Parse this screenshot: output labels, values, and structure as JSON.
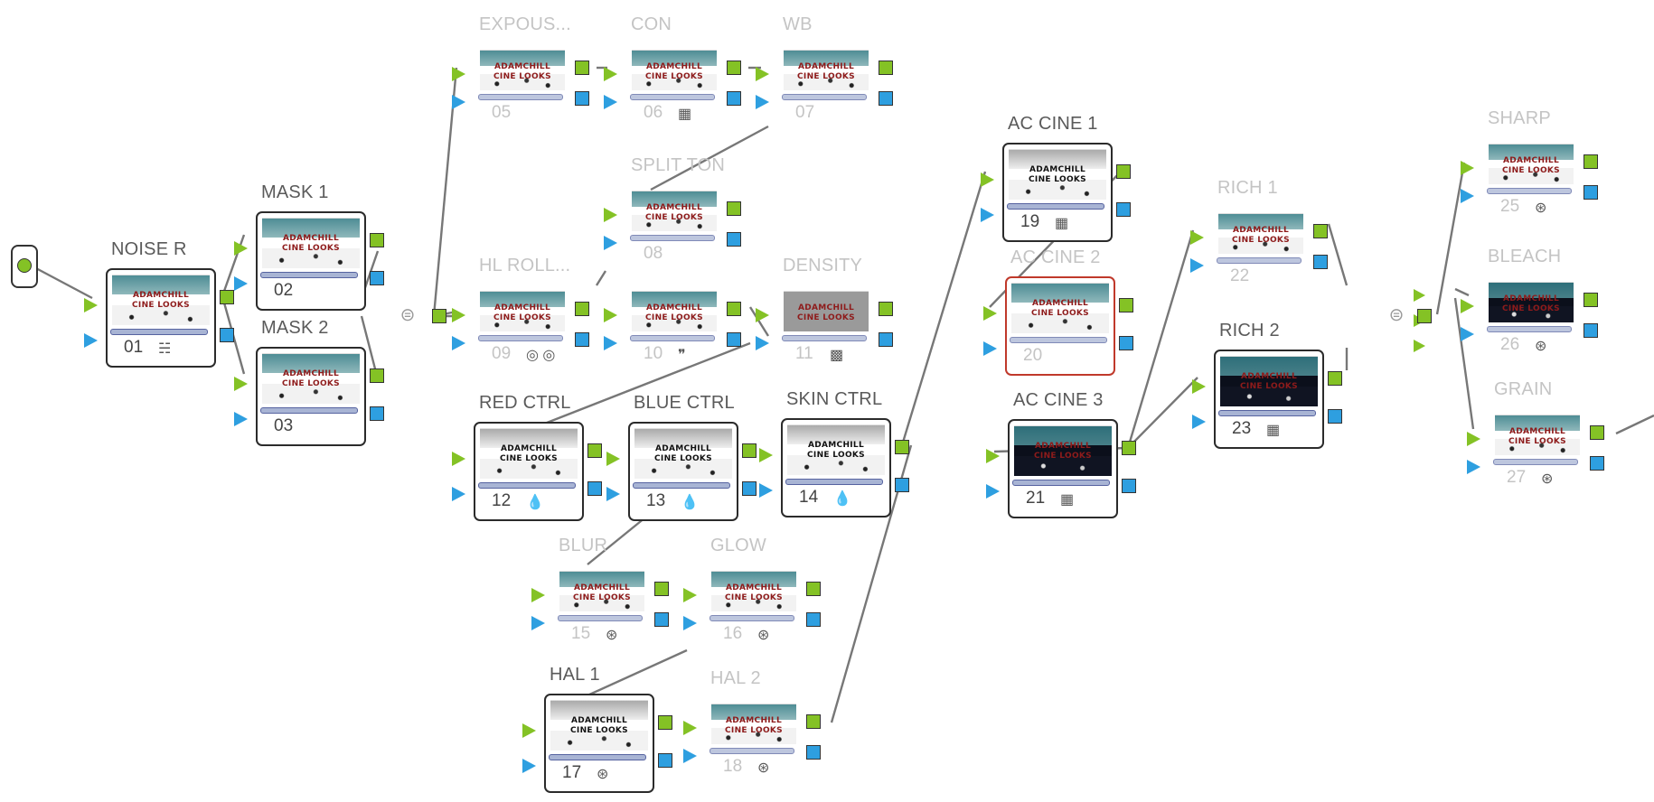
{
  "app": {
    "view": "color-node-graph"
  },
  "colors": {
    "rgb_port": "#84c225",
    "alpha_port": "#2e9fe0",
    "wire": "#777777",
    "selected_border": "#c0392b"
  },
  "logo": {
    "line1": "ADAMCHILL",
    "line2": "CINE LOOKS"
  },
  "nodes": [
    {
      "id": "n01",
      "title": "NOISE R",
      "num": "01",
      "icon": "noise-reduction-icon",
      "glyph": "☵",
      "bordered": true,
      "faded": false,
      "look": "normal"
    },
    {
      "id": "n02",
      "title": "MASK 1",
      "num": "02",
      "icon": "",
      "glyph": "",
      "bordered": true,
      "faded": false,
      "look": "normal"
    },
    {
      "id": "n03",
      "title": "MASK 2",
      "num": "03",
      "icon": "",
      "glyph": "",
      "bordered": true,
      "faded": false,
      "look": "normal"
    },
    {
      "id": "n05",
      "title": "EXPOUS...",
      "num": "05",
      "icon": "",
      "glyph": "",
      "bordered": false,
      "faded": true,
      "look": "normal"
    },
    {
      "id": "n06",
      "title": "CON",
      "num": "06",
      "icon": "curves-icon",
      "glyph": "▦",
      "bordered": false,
      "faded": true,
      "look": "normal"
    },
    {
      "id": "n07",
      "title": "WB",
      "num": "07",
      "icon": "",
      "glyph": "",
      "bordered": false,
      "faded": true,
      "look": "normal"
    },
    {
      "id": "n08",
      "title": "SPLIT TON",
      "num": "08",
      "icon": "",
      "glyph": "",
      "bordered": false,
      "faded": true,
      "look": "normal"
    },
    {
      "id": "n09",
      "title": "HL ROLL...",
      "num": "09",
      "icon": "color-warper-icon",
      "glyph": "◎ ◎",
      "bordered": false,
      "faded": true,
      "look": "normal"
    },
    {
      "id": "n10",
      "title": "",
      "num": "10",
      "icon": "quote-icon",
      "glyph": "❞",
      "bordered": false,
      "faded": true,
      "look": "normal"
    },
    {
      "id": "n11",
      "title": "DENSITY",
      "num": "11",
      "icon": "grain-icon",
      "glyph": "▩",
      "bordered": false,
      "faded": true,
      "look": "grey"
    },
    {
      "id": "n12",
      "title": "RED CTRL",
      "num": "12",
      "icon": "drop-icon",
      "glyph": "💧",
      "bordered": true,
      "faded": false,
      "look": "bw"
    },
    {
      "id": "n13",
      "title": "BLUE CTRL",
      "num": "13",
      "icon": "drop-icon",
      "glyph": "💧",
      "bordered": true,
      "faded": false,
      "look": "bw"
    },
    {
      "id": "n14",
      "title": "SKIN CTRL",
      "num": "14",
      "icon": "drop-icon",
      "glyph": "💧",
      "bordered": true,
      "faded": false,
      "look": "bw"
    },
    {
      "id": "n15",
      "title": "BLUR",
      "num": "15",
      "icon": "fx-icon",
      "glyph": "⊛",
      "bordered": false,
      "faded": true,
      "look": "normal"
    },
    {
      "id": "n16",
      "title": "GLOW",
      "num": "16",
      "icon": "fx-icon",
      "glyph": "⊛",
      "bordered": false,
      "faded": true,
      "look": "normal"
    },
    {
      "id": "n17",
      "title": "HAL 1",
      "num": "17",
      "icon": "fx-icon",
      "glyph": "⊛",
      "bordered": true,
      "faded": false,
      "look": "bw"
    },
    {
      "id": "n18",
      "title": "HAL 2",
      "num": "18",
      "icon": "fx-icon",
      "glyph": "⊛",
      "bordered": false,
      "faded": true,
      "look": "normal"
    },
    {
      "id": "n19",
      "title": "AC CINE 1",
      "num": "19",
      "icon": "lut-icon",
      "glyph": "▦",
      "bordered": true,
      "faded": false,
      "look": "bw"
    },
    {
      "id": "n20",
      "title": "AC CINE 2",
      "num": "20",
      "icon": "",
      "glyph": "",
      "bordered": true,
      "faded": true,
      "look": "normal",
      "selected": true
    },
    {
      "id": "n21",
      "title": "AC CINE 3",
      "num": "21",
      "icon": "lut-icon",
      "glyph": "▦",
      "bordered": true,
      "faded": false,
      "look": "dark"
    },
    {
      "id": "n22",
      "title": "RICH 1",
      "num": "22",
      "icon": "",
      "glyph": "",
      "bordered": false,
      "faded": true,
      "look": "normal"
    },
    {
      "id": "n23",
      "title": "RICH 2",
      "num": "23",
      "icon": "lut-icon",
      "glyph": "▦",
      "bordered": true,
      "faded": false,
      "look": "dark"
    },
    {
      "id": "n25",
      "title": "SHARP",
      "num": "25",
      "icon": "fx-icon",
      "glyph": "⊛",
      "bordered": false,
      "faded": true,
      "look": "normal"
    },
    {
      "id": "n26",
      "title": "BLEACH",
      "num": "26",
      "icon": "fx-icon",
      "glyph": "⊛",
      "bordered": false,
      "faded": true,
      "look": "dark"
    },
    {
      "id": "n27",
      "title": "GRAIN",
      "num": "27",
      "icon": "fx-icon",
      "glyph": "⊛",
      "bordered": false,
      "faded": true,
      "look": "normal"
    }
  ],
  "mixers": [
    {
      "id": "mix1",
      "icon": "layer-mixer-icon",
      "glyph": "⊜"
    },
    {
      "id": "mix2",
      "icon": "layer-mixer-icon",
      "glyph": "⊜"
    }
  ]
}
